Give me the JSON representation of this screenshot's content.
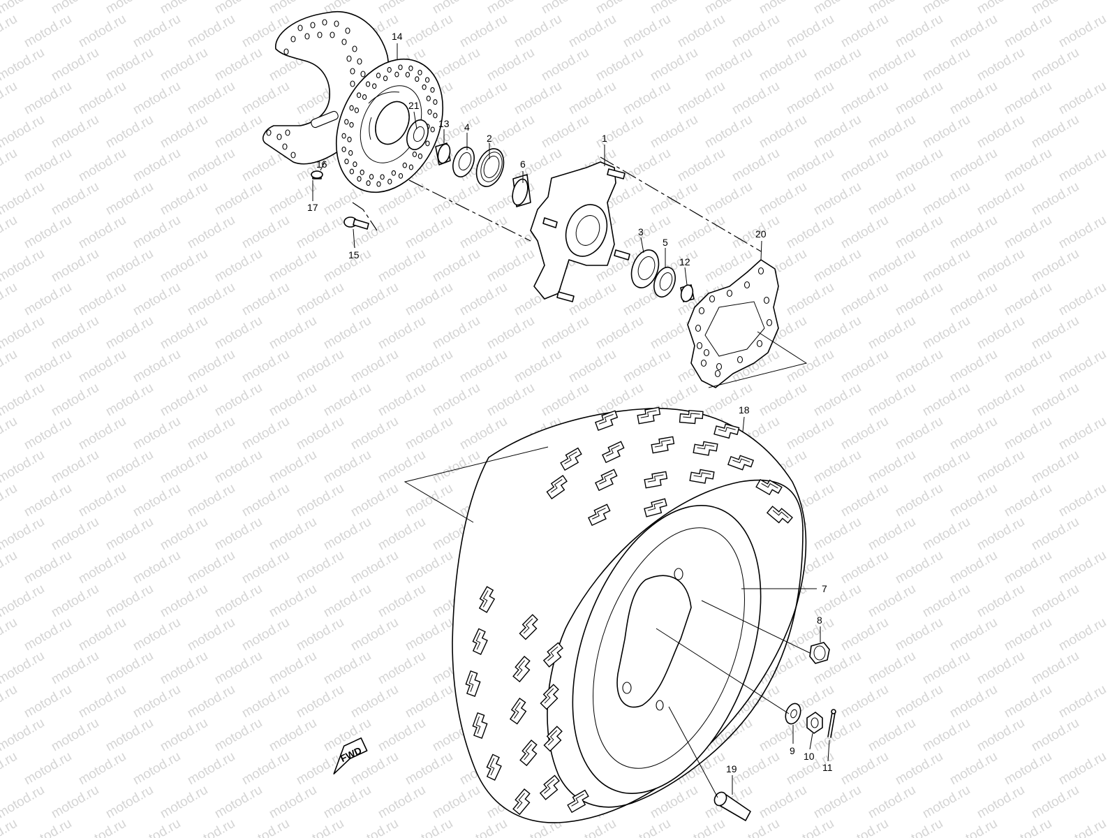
{
  "watermark": {
    "text": "motod.ru",
    "color": "#d4d4d4"
  },
  "diagram": {
    "parts": [
      {
        "id": "p1",
        "number": "1"
      },
      {
        "id": "p2",
        "number": "2"
      },
      {
        "id": "p3",
        "number": "3"
      },
      {
        "id": "p4",
        "number": "4"
      },
      {
        "id": "p5",
        "number": "5"
      },
      {
        "id": "p6",
        "number": "6"
      },
      {
        "id": "p7",
        "number": "7"
      },
      {
        "id": "p8",
        "number": "8"
      },
      {
        "id": "p9",
        "number": "9"
      },
      {
        "id": "p10",
        "number": "10"
      },
      {
        "id": "p11",
        "number": "11"
      },
      {
        "id": "p12",
        "number": "12"
      },
      {
        "id": "p13",
        "number": "13"
      },
      {
        "id": "p14",
        "number": "14"
      },
      {
        "id": "p15",
        "number": "15"
      },
      {
        "id": "p16",
        "number": "16"
      },
      {
        "id": "p17",
        "number": "17"
      },
      {
        "id": "p18",
        "number": "18"
      },
      {
        "id": "p19",
        "number": "19"
      },
      {
        "id": "p20",
        "number": "20"
      },
      {
        "id": "p21",
        "number": "21"
      }
    ],
    "direction_arrow": {
      "text": "FWD"
    }
  }
}
